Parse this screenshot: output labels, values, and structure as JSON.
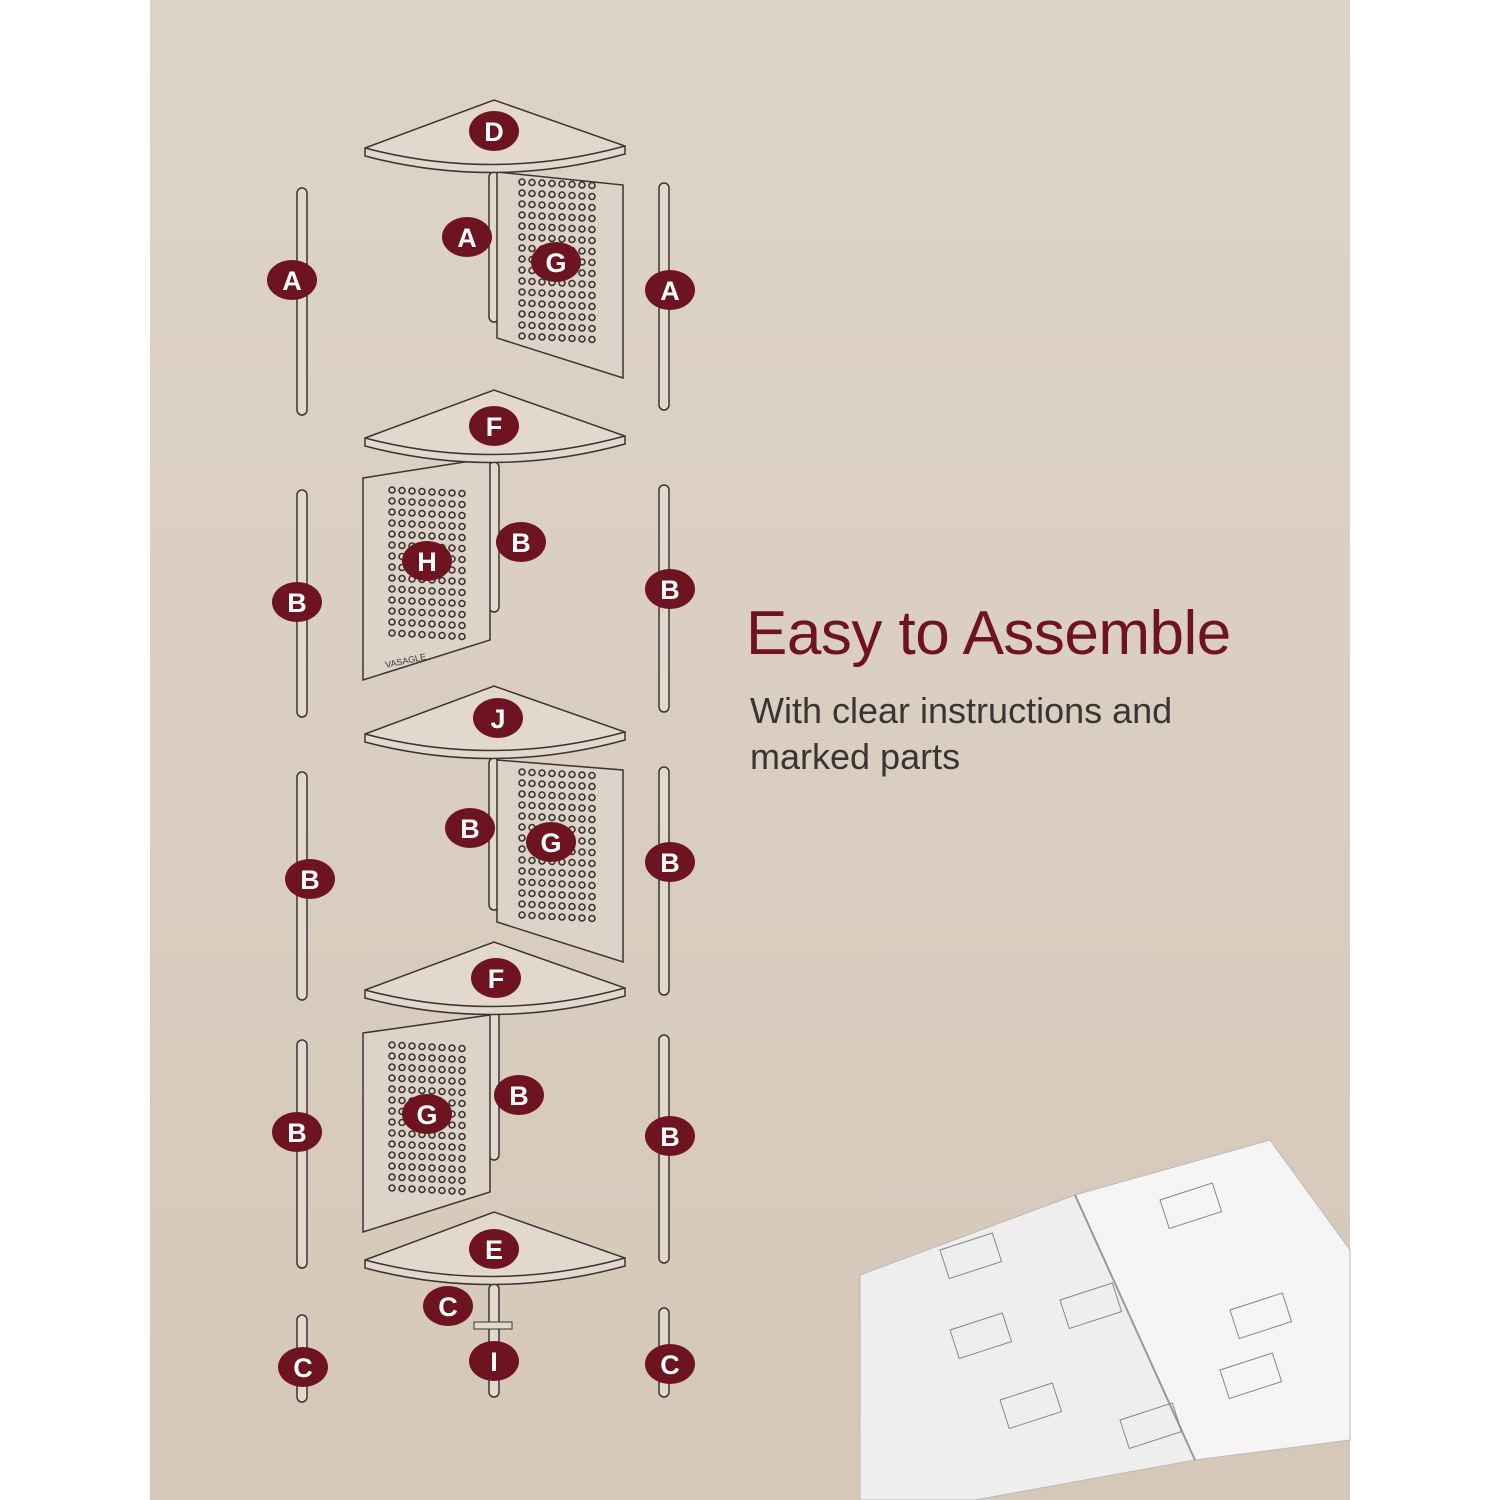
{
  "heading": {
    "title": "Easy to Assemble",
    "subtitle": "With clear instructions and marked parts"
  },
  "brand_mark": "VASAGLE",
  "part_labels": [
    "D",
    "A",
    "G",
    "A",
    "A",
    "F",
    "B",
    "H",
    "B",
    "B",
    "J",
    "B",
    "G",
    "B",
    "B",
    "F",
    "B",
    "G",
    "B",
    "B",
    "E",
    "C",
    "I",
    "C",
    "C"
  ],
  "colors": {
    "badge": "#6e1420",
    "background": "#d9cdbf",
    "line": "#3a3532"
  }
}
